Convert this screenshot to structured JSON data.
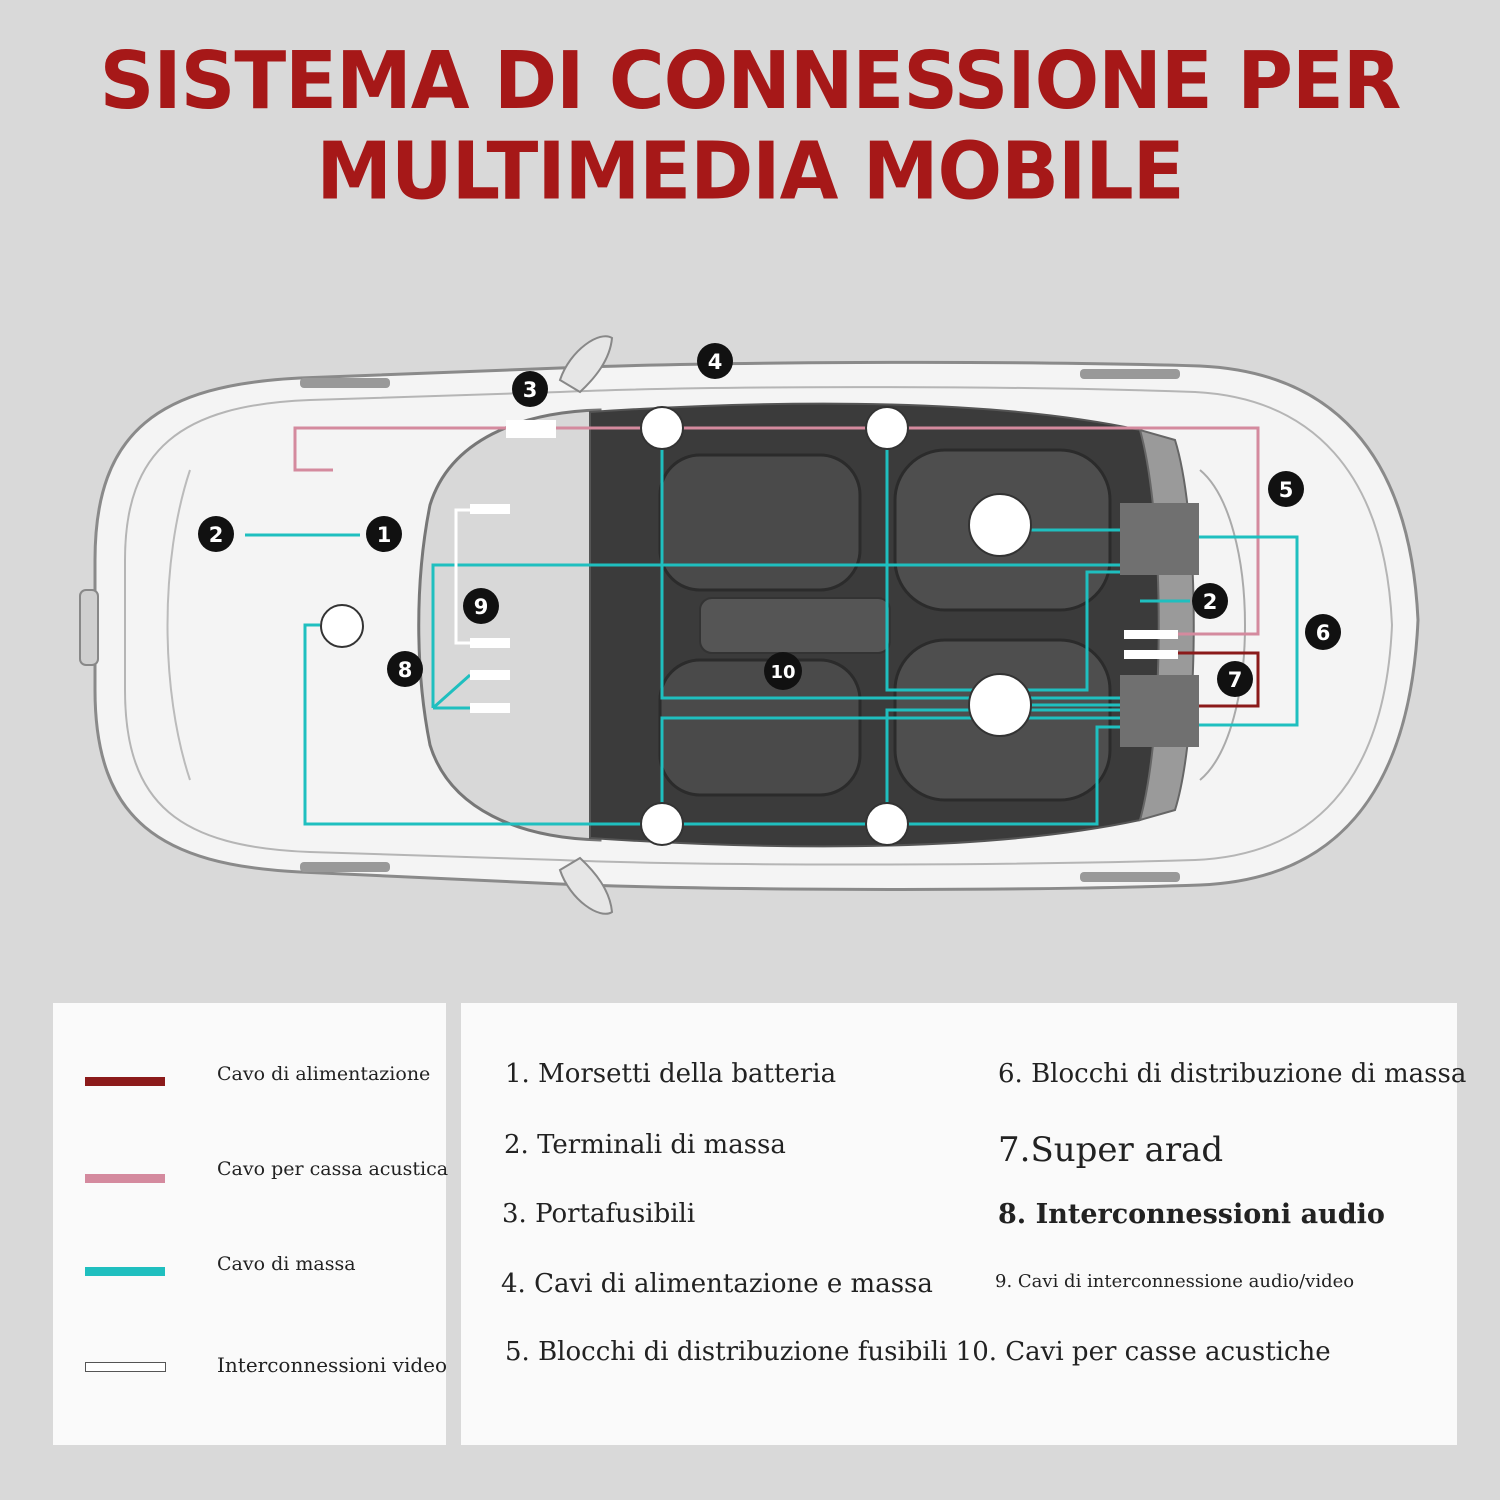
{
  "title": {
    "line1": "SISTEMA DI CONNESSIONE PER",
    "line2": "MULTIMEDIA MOBILE"
  },
  "colors": {
    "title": "#a61818",
    "power_cable": "#8b1a1a",
    "speaker_cable": "#d48a9e",
    "ground_cable": "#1fbfbf",
    "video_interconnect": "#ffffff",
    "callout_badge": "#111111"
  },
  "callouts": {
    "c1": "1",
    "c2a": "2",
    "c2b": "2",
    "c3": "3",
    "c4": "4",
    "c5": "5",
    "c6": "6",
    "c7": "7",
    "c8": "8",
    "c9": "9",
    "c10": "10"
  },
  "legend": [
    {
      "label": "Cavo di alimentazione",
      "color": "#8b1a1a",
      "style": "solid"
    },
    {
      "label": "Cavo per cassa acustica",
      "color": "#d48a9e",
      "style": "solid"
    },
    {
      "label": "Cavo di massa",
      "color": "#1fbfbf",
      "style": "solid"
    },
    {
      "label": "Interconnessioni video",
      "color": "#ffffff",
      "style": "outline"
    }
  ],
  "items": {
    "i1": "1. Morsetti della batteria",
    "i2": "2. Terminali di massa",
    "i3": "3. Portafusibili",
    "i4": "4. Cavi di alimentazione e massa",
    "i5": "5. Blocchi di distribuzione fusibili 10. Cavi per casse acustiche",
    "i6": "6. Blocchi di distribuzione di massa",
    "i7": "7.Super arad",
    "i8": "8. Interconnessioni audio",
    "i9": "9. Cavi di interconnessione audio/video"
  }
}
